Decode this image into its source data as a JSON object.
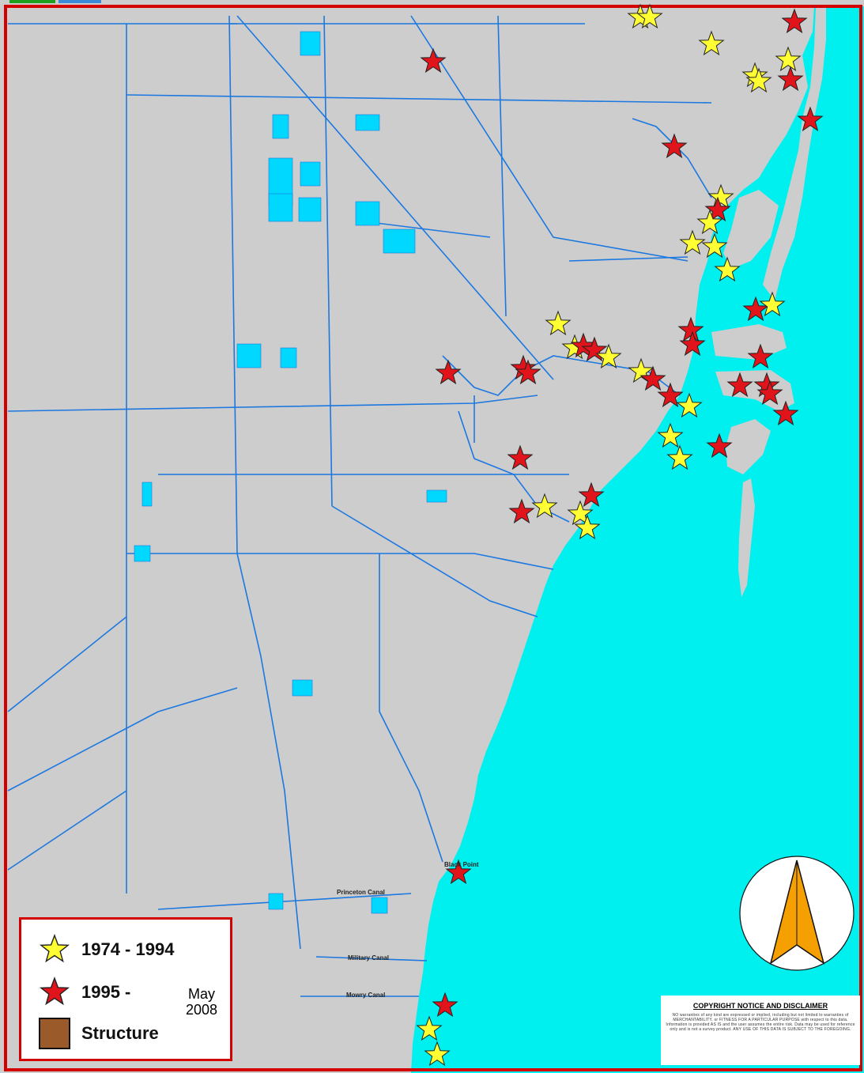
{
  "colors": {
    "land": "#cdcdcd",
    "water": "#00f0f0",
    "canal": "#1c78e0",
    "border": "#d40000",
    "star_1974": "#ffff33",
    "star_1995": "#e0141a",
    "structure": "#9a5a2a",
    "north_arrow": "#f5a000"
  },
  "labels": {
    "black_point": "Black Point",
    "princeton_canal": "Princeton Canal",
    "military_canal": "Military Canal",
    "mowry_canal": "Mowry Canal"
  },
  "legend": {
    "range1": "1974 - 1994",
    "range2": "1995 -",
    "range2_end": "May 2008",
    "structure": "Structure"
  },
  "disclaimer": {
    "title": "COPYRIGHT NOTICE AND DISCLAIMER",
    "body": "NO warranties of any kind are expressed or implied, including but not limited to warranties of MERCHANTABILITY, or FITNESS FOR A PARTICULAR PURPOSE with respect to this data. Information is provided AS IS and the user assumes the entire risk. Data may be used for reference only and is not a survey product. ANY USE OF THIS DATA IS SUBJECT TO THE FOREGOING."
  },
  "icons": [
    "north-arrow-icon",
    "star-icon"
  ]
}
